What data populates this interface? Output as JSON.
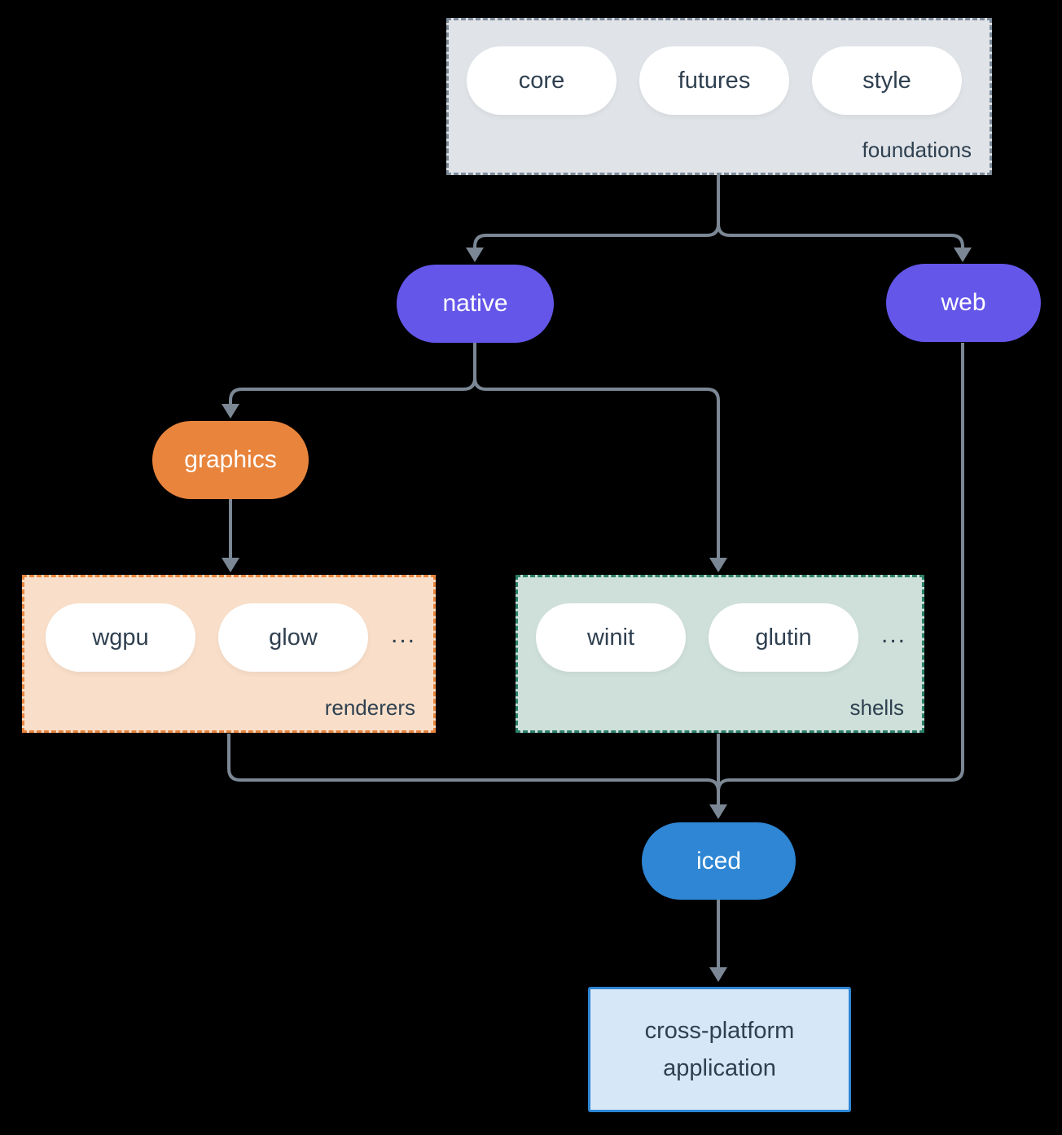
{
  "colors": {
    "background": "#000000",
    "line": "#7b8794",
    "text": "#2f4050",
    "purple": "#6356e9",
    "orange": "#e8843c",
    "blue": "#2e86d4",
    "foundations_fill": "#e0e4e8",
    "foundations_border": "#7e8b99",
    "renderers_fill": "#f9dfc9",
    "renderers_border": "#e8843c",
    "shells_fill": "#cfe0da",
    "shells_border": "#2c8069",
    "app_fill": "#d6e8f7",
    "app_border": "#2e86d4",
    "pill_white": "#ffffff"
  },
  "groups": {
    "foundations": {
      "label": "foundations",
      "items": [
        "core",
        "futures",
        "style"
      ]
    },
    "renderers": {
      "label": "renderers",
      "items": [
        "wgpu",
        "glow"
      ],
      "ellipsis": "..."
    },
    "shells": {
      "label": "shells",
      "items": [
        "winit",
        "glutin"
      ],
      "ellipsis": "..."
    }
  },
  "nodes": {
    "native": "native",
    "web": "web",
    "graphics": "graphics",
    "iced": "iced",
    "application": "cross-platform application"
  }
}
